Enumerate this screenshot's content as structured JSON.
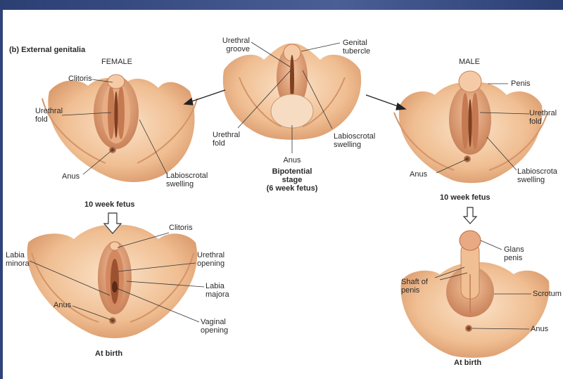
{
  "heading": "(b) External genitalia",
  "female": {
    "title": "FEMALE",
    "stage1": {
      "clitoris": "Clitoris",
      "urethral_fold": "Urethral\nfold",
      "anus": "Anus",
      "labioscrotal": "Labioscrotal\nswelling",
      "caption": "10 week fetus"
    },
    "stage2": {
      "clitoris": "Clitoris",
      "labia_minora": "Labia\nminora",
      "urethral_opening": "Urethral\nopening",
      "labia_majora": "Labia\nmajora",
      "anus": "Anus",
      "vaginal_opening": "Vaginal\nopening",
      "caption": "At birth"
    }
  },
  "center": {
    "urethral_groove": "Urethral\ngroove",
    "genital_tubercle": "Genital\ntubercle",
    "urethral_fold": "Urethral\nfold",
    "labioscrotal": "Labioscrotal\nswelling",
    "anus": "Anus",
    "caption": "Bipotential\nstage\n(6 week fetus)"
  },
  "male": {
    "title": "MALE",
    "stage1": {
      "penis": "Penis",
      "urethral_fold": "Urethral\nfold",
      "anus": "Anus",
      "labioscrotal": "Labioscrota\nswelling",
      "caption": "10 week fetus"
    },
    "stage2": {
      "glans": "Glans\npenis",
      "shaft": "Shaft of\npenis",
      "scrotum": "Scrotum",
      "anus": "Anus",
      "caption": "At birth"
    }
  },
  "colors": {
    "skin": "#f2c49b",
    "skin_shadow": "#d99a6c",
    "skin_light": "#f9dcc0",
    "tissue": "#e0a27c",
    "opening": "#8a4a2a",
    "leader": "#2a2a2a",
    "frame": "#2f4478"
  }
}
